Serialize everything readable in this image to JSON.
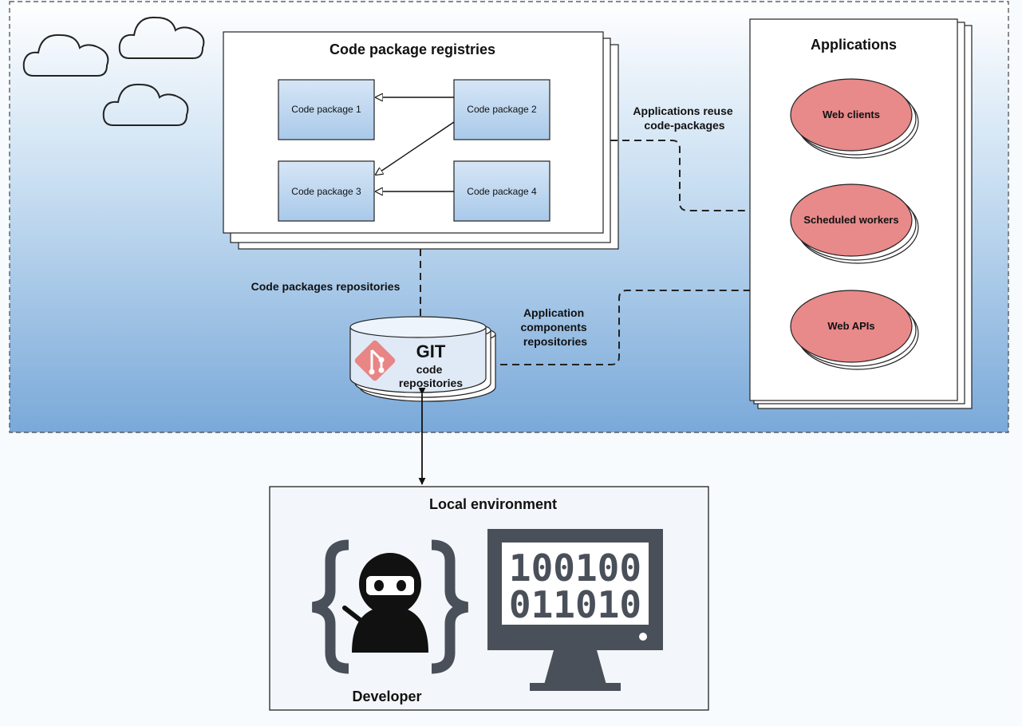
{
  "cloud_region": {
    "registries": {
      "title": "Code package registries",
      "packages": [
        "Code package 1",
        "Code package 2",
        "Code package 3",
        "Code package 4"
      ]
    },
    "applications": {
      "title": "Applications",
      "items": [
        "Web clients",
        "Scheduled workers",
        "Web APIs"
      ]
    },
    "labels": {
      "reuse": [
        "Applications reuse",
        "code-packages"
      ],
      "pkg_repos": "Code packages repositories",
      "app_repos": [
        "Application",
        "components",
        "repositories"
      ]
    },
    "git": {
      "title": "GIT",
      "subtitle": [
        "code",
        "repositories"
      ]
    }
  },
  "local": {
    "title": "Local environment",
    "developer_label": "Developer",
    "monitor_lines": [
      "100100",
      "011010"
    ]
  },
  "colors": {
    "sky_top": "#ffffff",
    "sky_bottom": "#7aa9d9",
    "package_fill": "#bcd6ef",
    "app_fill": "#e8898a",
    "git_icon": "#e88585",
    "monitor": "#4a5059"
  }
}
